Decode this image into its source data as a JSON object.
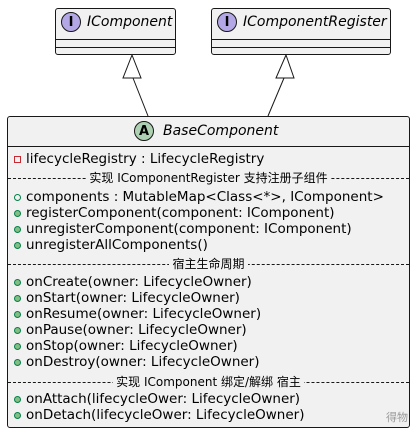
{
  "interfaces": [
    {
      "stereotype": "I",
      "name": "IComponent"
    },
    {
      "stereotype": "I",
      "name": "IComponentRegister"
    }
  ],
  "base": {
    "stereotype": "A",
    "name": "BaseComponent",
    "field": "lifecycleRegistry : LifecycleRegistry",
    "section1_label": "实现 IComponentRegister 支持注册子组件",
    "section1_items": [
      "components : MutableMap<Class<*>, IComponent>",
      "registerComponent(component: IComponent)",
      "unregisterComponent(component: IComponent)",
      "unregisterAllComponents()"
    ],
    "section2_label": "宿主生命周期",
    "section2_items": [
      "onCreate(owner: LifecycleOwner)",
      "onStart(owner: LifecycleOwner)",
      "onResume(owner: LifecycleOwner)",
      "onPause(owner: LifecycleOwner)",
      "onStop(owner: LifecycleOwner)",
      "onDestroy(owner: LifecycleOwner)"
    ],
    "section3_label": "实现 IComponent 绑定/解绑 宿主",
    "section3_items": [
      "onAttach(lifecycleOwer: LifecycleOwner)",
      "onDetach(lifecycleOwer: LifecycleOwner)"
    ]
  },
  "watermark": "得物",
  "colors": {
    "interface_badge": "#b4a7e5",
    "abstract_badge": "#add1b2",
    "box_fill": "#f1f1f1",
    "border": "#181818"
  }
}
